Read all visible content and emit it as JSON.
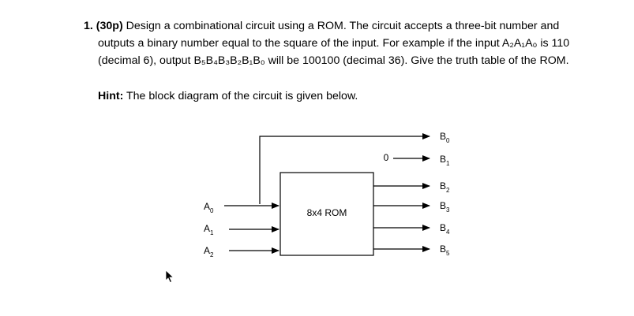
{
  "question": {
    "number": "1.",
    "points": "(30p)",
    "line1": " Design a combinational circuit using a ROM. The circuit accepts a three-bit number and",
    "line2": "outputs a binary number equal to the square of the input.  For example if the input A₂A₁A₀ is 110",
    "line3": "(decimal 6), output B₅B₄B₃B₂B₁B₀ will be 100100 (decimal 36). Give the truth table of the ROM."
  },
  "hint": {
    "label": "Hint:",
    "text": " The block diagram of the circuit is given below."
  },
  "diagram": {
    "rom_label": "8x4 ROM",
    "constant_zero": "0",
    "inputs": [
      {
        "base": "A",
        "sub": "0"
      },
      {
        "base": "A",
        "sub": "1"
      },
      {
        "base": "A",
        "sub": "2"
      }
    ],
    "outputs": [
      {
        "base": "B",
        "sub": "0"
      },
      {
        "base": "B",
        "sub": "1"
      },
      {
        "base": "B",
        "sub": "2"
      },
      {
        "base": "B",
        "sub": "3"
      },
      {
        "base": "B",
        "sub": "4"
      },
      {
        "base": "B",
        "sub": "5"
      }
    ]
  }
}
